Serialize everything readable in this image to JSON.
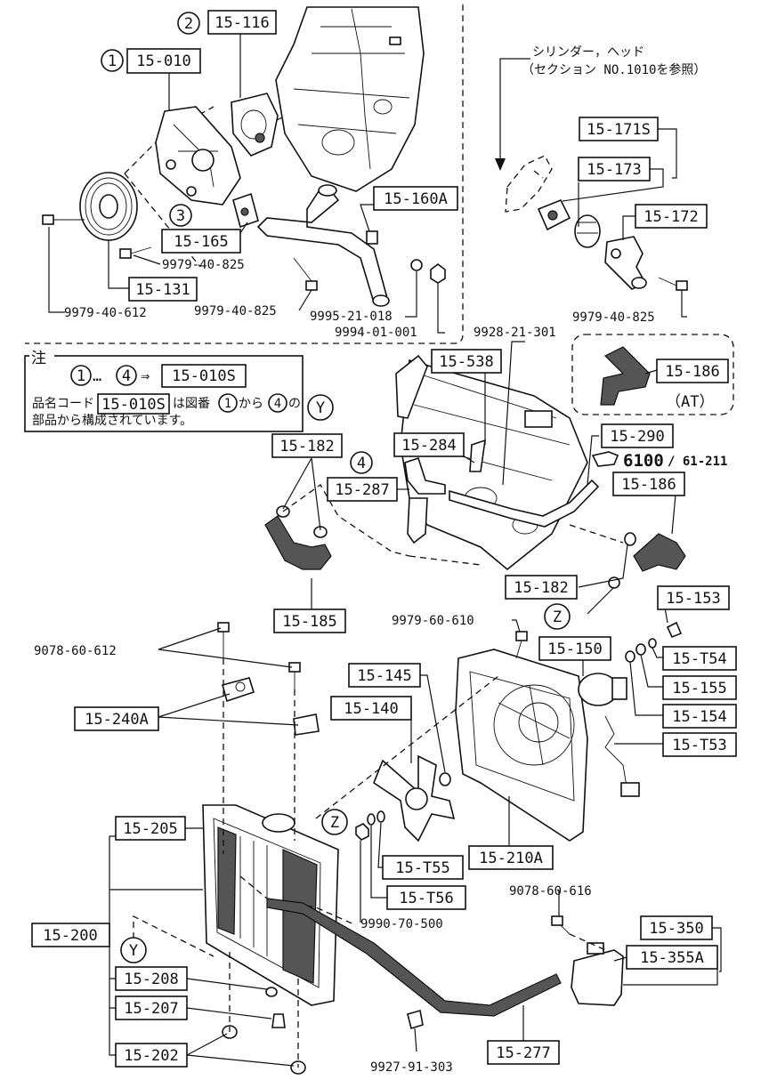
{
  "labels": {
    "p15_010": "15-010",
    "p15_116": "15-116",
    "p15_165": "15-165",
    "p15_131": "15-131",
    "p15_160A": "15-160A",
    "p15_171S": "15-171S",
    "p15_173": "15-173",
    "p15_172": "15-172",
    "p15_538": "15-538",
    "p15_284": "15-284",
    "p15_287": "15-287",
    "p15_182a": "15-182",
    "p15_182b": "15-182",
    "p15_185": "15-185",
    "p15_290": "15-290",
    "p15_186a": "15-186",
    "p15_186b": "15-186",
    "p15_153": "15-153",
    "p15_150": "15-150",
    "p15_T54": "15-T54",
    "p15_155": "15-155",
    "p15_154": "15-154",
    "p15_T53": "15-T53",
    "p15_145": "15-145",
    "p15_140": "15-140",
    "p15_240A": "15-240A",
    "p15_205": "15-205",
    "p15_200": "15-200",
    "p15_208": "15-208",
    "p15_207": "15-207",
    "p15_202": "15-202",
    "p15_T55": "15-T55",
    "p15_T56": "15-T56",
    "p15_210A": "15-210A",
    "p15_350": "15-350",
    "p15_355A": "15-355A",
    "p15_277": "15-277",
    "p15_010S_note": "15-010S",
    "p15_010S_code": "15-010S"
  },
  "numbers": {
    "n9979_40_825a": "9979-40-825",
    "n9979_40_612": "9979-40-612",
    "n9979_40_825b": "9979-40-825",
    "n9995_21_018": "9995-21-018",
    "n9994_01_001": "9994-01-001",
    "n9979_40_825c": "9979-40-825",
    "n9928_21_301": "9928-21-301",
    "n9979_60_610": "9979-60-610",
    "n9078_60_612": "9078-60-612",
    "n9990_70_500": "9990-70-500",
    "n9078_60_616": "9078-60-616",
    "n9927_91_303": "9927-91-303"
  },
  "refs": {
    "r1": "1",
    "r2": "2",
    "r3": "3",
    "r4": "4",
    "rY1": "Y",
    "rY2": "Y",
    "rZ1": "Z",
    "rZ2": "Z",
    "note_r1": "1",
    "note_r4": "4",
    "note_line2_r1": "1",
    "note_line2_r4": "4"
  },
  "callouts": {
    "cylinder_head_line1": "シリンダー，ヘッド",
    "cylinder_head_line2": "（セクション NO.1010を参照）",
    "at_label": "（AT）",
    "ref_6100": "6100",
    "ref_61_211": "/ 61-211"
  },
  "note": {
    "title": "注",
    "range_dots": "…",
    "arrow": "⇒",
    "line2_a": "品名コード",
    "line2_b": "は図番",
    "line2_c": "から",
    "line2_d": "の",
    "line3": "部品から構成されています。"
  }
}
